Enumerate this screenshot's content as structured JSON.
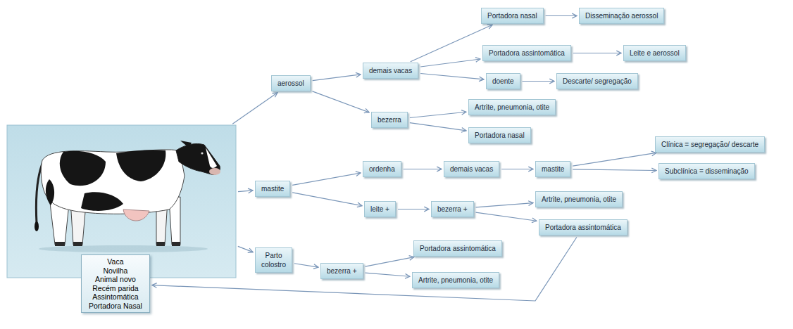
{
  "diagram": {
    "nodes": [
      {
        "text": [
          "Vaca",
          "Novilha",
          "Animal novo",
          "Recém parida",
          "Assintomática",
          "Portadora Nasal"
        ]
      },
      {
        "text": [
          "aerossol"
        ]
      },
      {
        "text": [
          "demais vacas"
        ]
      },
      {
        "text": [
          "bezerra"
        ]
      },
      {
        "text": [
          "Portadora nasal"
        ]
      },
      {
        "text": [
          "Disseminação aerossol"
        ]
      },
      {
        "text": [
          "Portadora assintomática"
        ]
      },
      {
        "text": [
          "Leite e aerossol"
        ]
      },
      {
        "text": [
          "doente"
        ]
      },
      {
        "text": [
          "Descarte/ segregação"
        ]
      },
      {
        "text": [
          "Artrite, pneumonia, otite"
        ]
      },
      {
        "text": [
          "Portadora nasal"
        ]
      },
      {
        "text": [
          "mastite"
        ]
      },
      {
        "text": [
          "ordenha"
        ]
      },
      {
        "text": [
          "demais vacas"
        ]
      },
      {
        "text": [
          "mastite"
        ]
      },
      {
        "text": [
          "Clínica = segregação/ descarte"
        ]
      },
      {
        "text": [
          "Subclínica = disseminação"
        ]
      },
      {
        "text": [
          "leite +"
        ]
      },
      {
        "text": [
          "bezerra +"
        ]
      },
      {
        "text": [
          "Artrite, pneumonia, otite"
        ]
      },
      {
        "text": [
          "Portadora assintomática"
        ]
      },
      {
        "text": [
          "Parto colostro"
        ]
      },
      {
        "text": [
          "bezerra +"
        ]
      },
      {
        "text": [
          "Portadora assintomática"
        ]
      },
      {
        "text": [
          "Artrite, pneumonia, otite"
        ]
      }
    ],
    "edges": [
      {
        "from": 0,
        "to": 1,
        "arrow": "to"
      },
      {
        "from": 0,
        "to": 12,
        "arrow": "to"
      },
      {
        "from": 0,
        "to": 22,
        "arrow": "to"
      },
      {
        "from": 1,
        "to": 2,
        "arrow": "to"
      },
      {
        "from": 1,
        "to": 3,
        "arrow": "to"
      },
      {
        "from": 2,
        "to": 4,
        "arrow": "to"
      },
      {
        "from": 2,
        "to": 6,
        "arrow": "to"
      },
      {
        "from": 2,
        "to": 8,
        "arrow": "to"
      },
      {
        "from": 4,
        "to": 5,
        "arrow": "to"
      },
      {
        "from": 6,
        "to": 7,
        "arrow": "to"
      },
      {
        "from": 8,
        "to": 9,
        "arrow": "to"
      },
      {
        "from": 3,
        "to": 10,
        "arrow": "to"
      },
      {
        "from": 3,
        "to": 11,
        "arrow": "to"
      },
      {
        "from": 12,
        "to": 13,
        "arrow": "to"
      },
      {
        "from": 12,
        "to": 18,
        "arrow": "to"
      },
      {
        "from": 13,
        "to": 14,
        "arrow": "to"
      },
      {
        "from": 14,
        "to": 15,
        "arrow": "to"
      },
      {
        "from": 15,
        "to": 16,
        "arrow": "to"
      },
      {
        "from": 15,
        "to": 17,
        "arrow": "to"
      },
      {
        "from": 18,
        "to": 19,
        "arrow": "to"
      },
      {
        "from": 19,
        "to": 20,
        "arrow": "to"
      },
      {
        "from": 19,
        "to": 21,
        "arrow": "to"
      },
      {
        "from": 22,
        "to": 23,
        "arrow": "to"
      },
      {
        "from": 23,
        "to": 24,
        "arrow": "to"
      },
      {
        "from": 23,
        "to": 25,
        "arrow": "to"
      },
      {
        "from": 21,
        "to": 0,
        "arrow": "to"
      }
    ]
  }
}
